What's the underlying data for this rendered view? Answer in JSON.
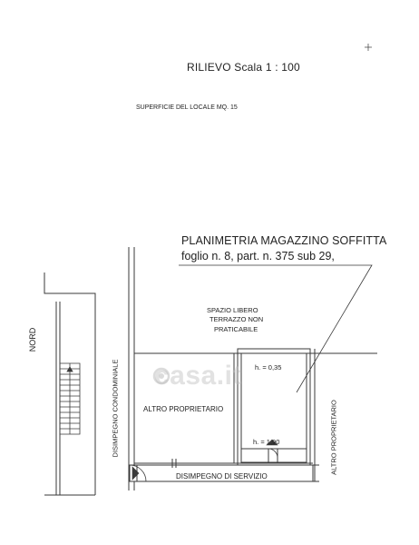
{
  "header": {
    "title": "RILIEVO   Scala 1 : 100",
    "surface": "SUPERFICIE DEL LOCALE MQ. 15"
  },
  "plan_label": {
    "title": "PLANIMETRIA MAGAZZINO SOFFITTA",
    "reference": "foglio n. 8, part. n. 375 sub 29,"
  },
  "labels": {
    "free_space_line1": "SPAZIO LIBERO",
    "free_space_line2": "TERRAZZO NON",
    "free_space_line3": "PRATICABILE",
    "north": "NORD",
    "condominium_corridor": "DISIMPEGNO CONDOMINIALE",
    "other_owner_left": "ALTRO PROPRIETARIO",
    "other_owner_right": "ALTRO PROPRIETARIO",
    "height_top": "h. = 0,35",
    "height_bottom": "h. = 1,90",
    "service_corridor": "DISIMPEGNO DI SERVIZIO"
  },
  "watermark": {
    "text": "casa.it"
  }
}
